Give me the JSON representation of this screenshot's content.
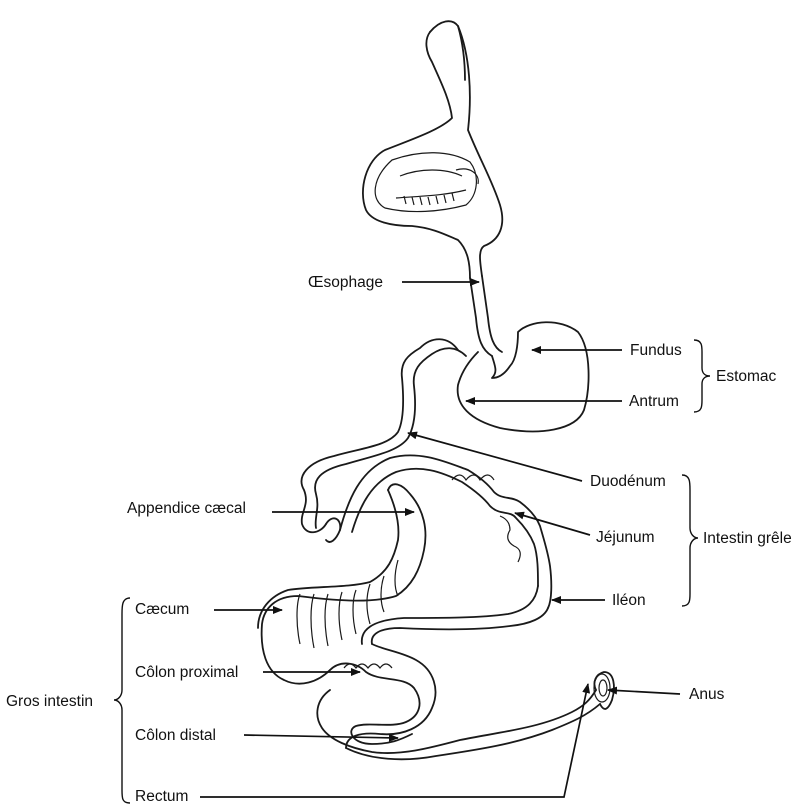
{
  "labels": {
    "oesophage": "Œsophage",
    "fundus": "Fundus",
    "antrum": "Antrum",
    "estomac": "Estomac",
    "duodenum": "Duodénum",
    "appendice": "Appendice cæcal",
    "jejunum": "Jéjunum",
    "intestin_grele": "Intestin grêle",
    "ileon": "Iléon",
    "caecum": "Cæcum",
    "colon_proximal": "Côlon proximal",
    "gros_intestin": "Gros intestin",
    "colon_distal": "Côlon distal",
    "anus": "Anus",
    "rectum": "Rectum"
  }
}
